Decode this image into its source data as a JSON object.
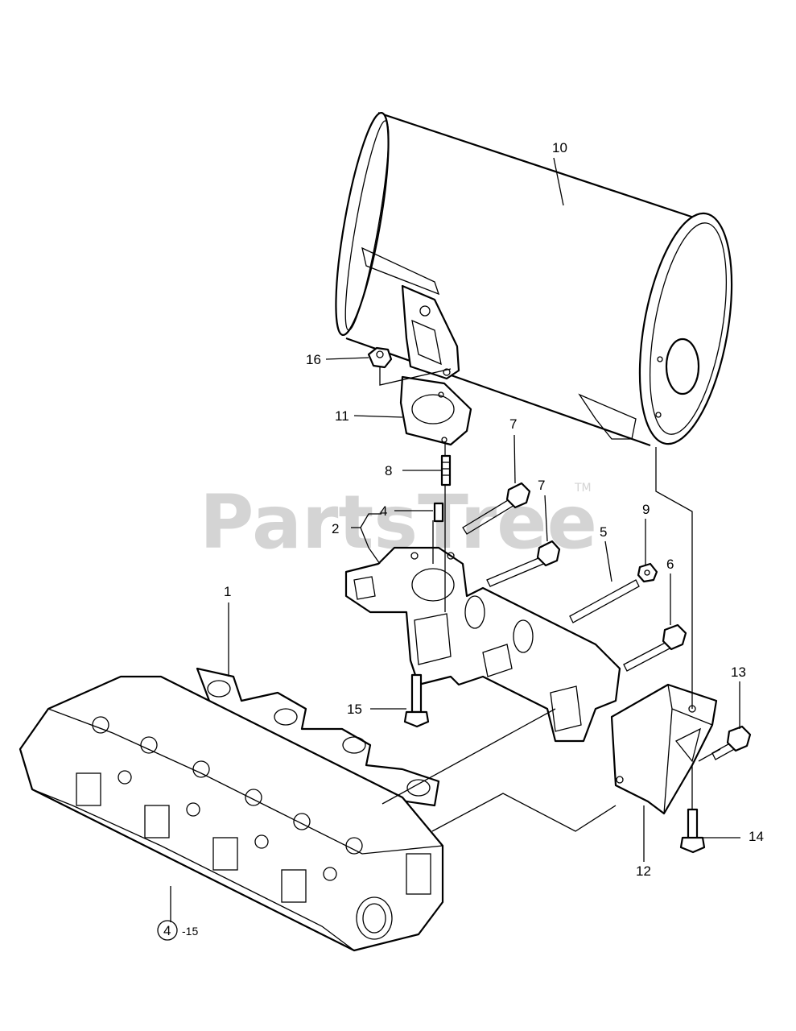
{
  "watermark": {
    "text": "PartsTree",
    "tm": "TM"
  },
  "callouts": {
    "c1": "1",
    "c2": "2",
    "c4": "4",
    "c5": "5",
    "c6": "6",
    "c7a": "7",
    "c7b": "7",
    "c8": "8",
    "c9": "9",
    "c10": "10",
    "c11": "11",
    "c12": "12",
    "c13": "13",
    "c14": "14",
    "c15": "15",
    "c16": "16",
    "ref_circle": "4",
    "ref_suffix": "-15"
  }
}
